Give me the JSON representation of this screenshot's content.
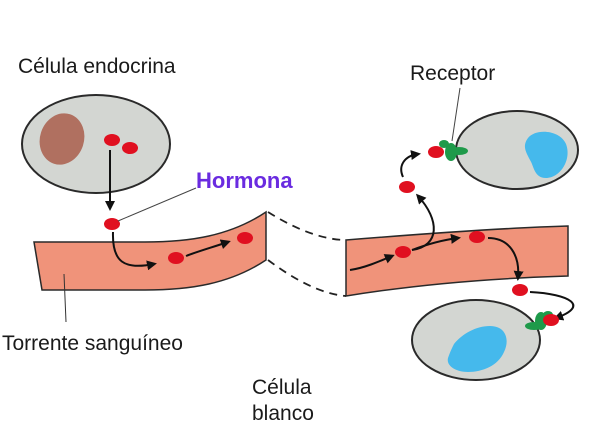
{
  "labels": {
    "endocrine_cell": "Célula endocrina",
    "receptor": "Receptor",
    "hormone": "Hormona",
    "bloodstream": "Torrente sanguíneo",
    "target_cell_line1": "Célula",
    "target_cell_line2": "blanco"
  },
  "colors": {
    "cell_fill": "#d3d6d2",
    "cell_stroke": "#2a2a2a",
    "endocrine_nucleus": "#b07060",
    "target_nucleus": "#45b9ec",
    "vessel_fill": "#f0937a",
    "vessel_stroke": "#2a2a2a",
    "hormone": "#e01020",
    "receptor": "#1e9a4a",
    "hormone_label": "#6a2be0"
  }
}
